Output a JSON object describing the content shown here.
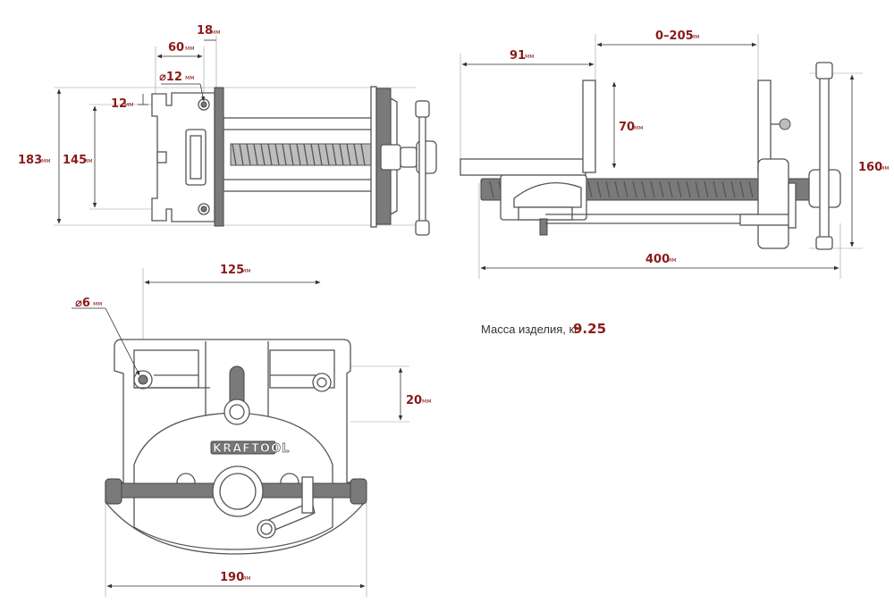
{
  "unit": "мм",
  "top_view": {
    "dims": [
      "183",
      "145",
      "12",
      "60",
      "18",
      "⌀12"
    ]
  },
  "side_view": {
    "dims": [
      "91",
      "0–205",
      "70",
      "160",
      "400"
    ]
  },
  "front_view": {
    "dims": [
      "125",
      "⌀6",
      "20",
      "190"
    ],
    "logo": "KRAFTOOL"
  },
  "mass": {
    "label": "Масса изделия, кг",
    "value": "9.25"
  },
  "colors": {
    "dimension_text": "#8b1a1a",
    "outline": "#555555",
    "dark_part": "#7a7a7a"
  }
}
